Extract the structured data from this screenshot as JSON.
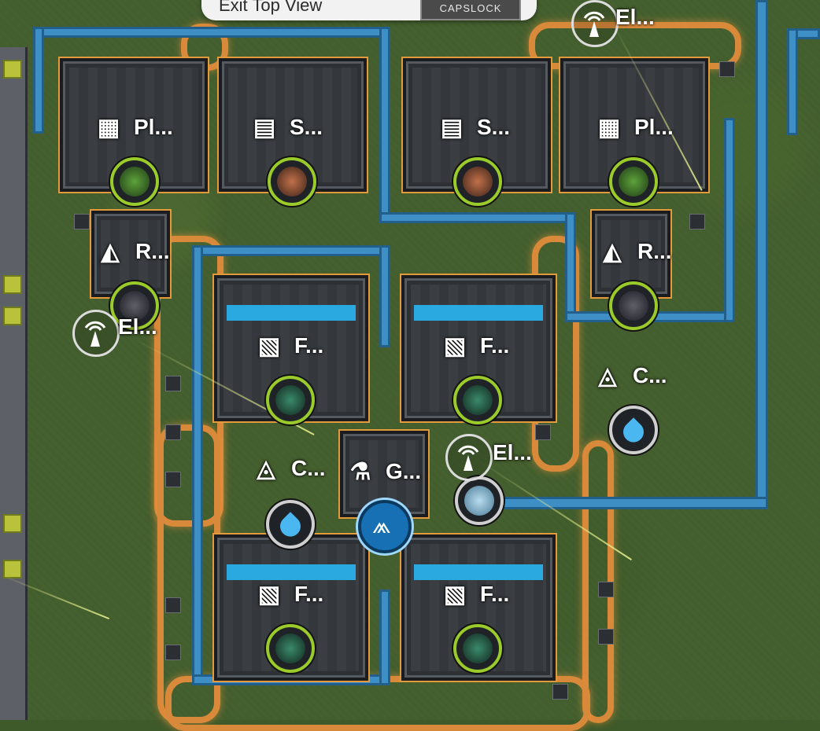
{
  "exit_bar": {
    "text": "Exit Top View",
    "key": "CAPSLOCK"
  },
  "labels": {
    "planting_1": "Pl...",
    "seed_1": "S...",
    "seed_2": "S...",
    "planting_2": "Pl...",
    "refining_1": "R...",
    "refining_2": "R...",
    "electric_1": "El...",
    "electric_2": "El...",
    "electric_3": "El...",
    "filling_1": "F...",
    "filling_2": "F...",
    "filling_3": "F...",
    "filling_4": "F...",
    "collector_1": "C...",
    "collector_2": "C...",
    "grinder": "G..."
  },
  "colors": {
    "pipe": "#3d8fc6",
    "belt": "#d9893a",
    "accent": "#9acb2a",
    "hub": "#1670b3"
  }
}
